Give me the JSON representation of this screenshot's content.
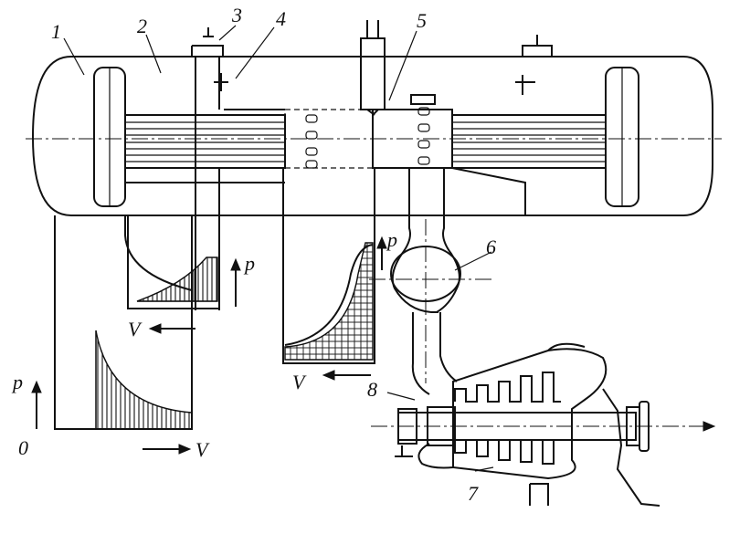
{
  "callouts": {
    "c1": "1",
    "c2": "2",
    "c3": "3",
    "c4": "4",
    "c5": "5",
    "c6": "6",
    "c7": "7",
    "c8": "8"
  },
  "axis_labels": {
    "p_left": "p",
    "p_hp": "p",
    "p_lp": "p",
    "v_left": "V",
    "v_hp": "V",
    "v_lp": "V",
    "origin": "0"
  }
}
